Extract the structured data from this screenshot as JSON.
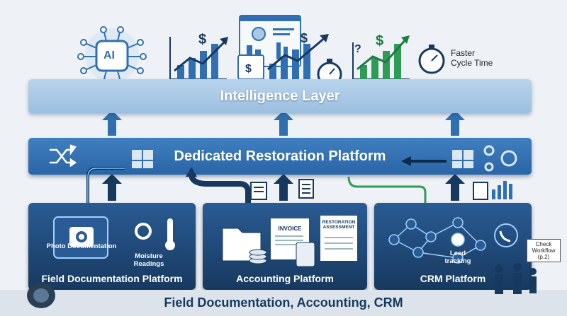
{
  "intelligence_layer": "Intelligence Layer",
  "platform_layer": "Dedicated Restoration Platform",
  "faster_cycle_time": [
    "Faster",
    "Cycle Time"
  ],
  "ai_label": "AI",
  "panels": {
    "field": {
      "title": "Field Documentation Platform",
      "photo": "Photo Documentation",
      "moisture": [
        "Moisture",
        "Readings"
      ]
    },
    "accounting": {
      "title": "Accounting Platform",
      "invoice": "INVOICE",
      "assessment": [
        "RESTORATION",
        "ASSESSMENT"
      ]
    },
    "crm": {
      "title": "CRM Platform",
      "lead": [
        "Lead",
        "tracking"
      ]
    }
  },
  "check_workflow": [
    "Check",
    "Workflow",
    "(p.2)"
  ],
  "footer": "Field Documentation, Accounting, CRM",
  "colors": {
    "dark_navy": "#17395f",
    "platform_blue": "#2f6fb2",
    "intel_blue": "#a9c9e6",
    "green_accent": "#2e9c57"
  }
}
